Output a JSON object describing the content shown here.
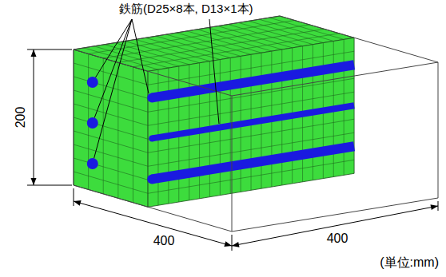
{
  "diagram": {
    "labels": [
      "鉄筋(D25×8本, D13×1本)",
      "200",
      "400",
      "400",
      "(単位:mm)"
    ]
  }
}
